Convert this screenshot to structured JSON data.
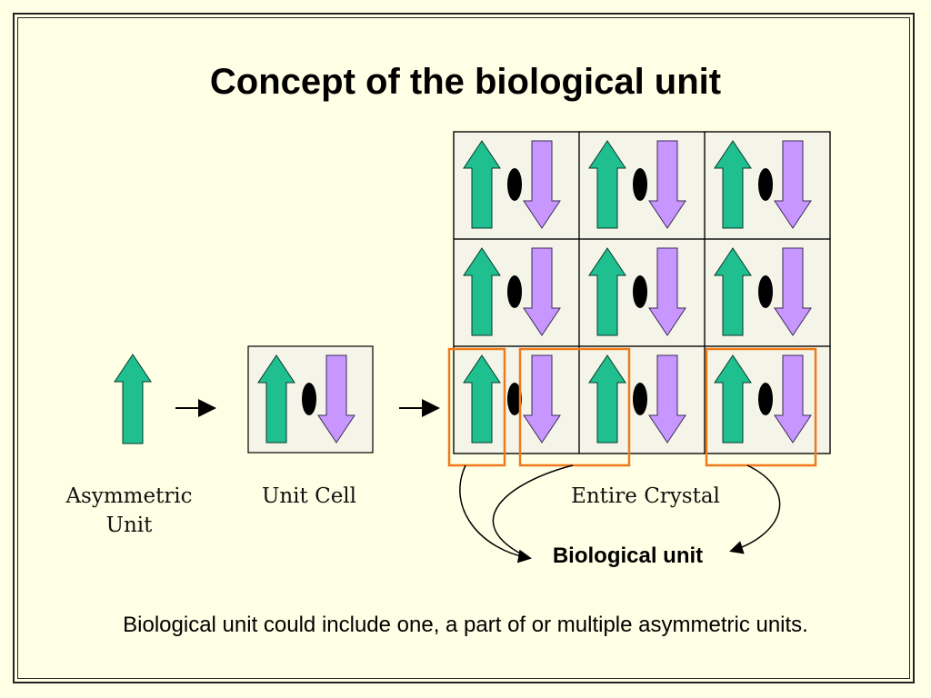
{
  "title": "Concept of the biological unit",
  "labels": {
    "asymmetric_unit_line1": "Asymmetric",
    "asymmetric_unit_line2": "Unit",
    "unit_cell": "Unit Cell",
    "entire_crystal": "Entire Crystal",
    "biological_unit": "Biological unit"
  },
  "caption": "Biological unit could include one, a part of or multiple asymmetric units.",
  "colors": {
    "background": "#ffffe5",
    "up_arrow": "#1fbf8f",
    "down_arrow": "#c896ff",
    "highlight_box": "#f07a1a",
    "symmetry_axis": "#000000"
  },
  "crystal": {
    "rows": 3,
    "cols": 3
  }
}
